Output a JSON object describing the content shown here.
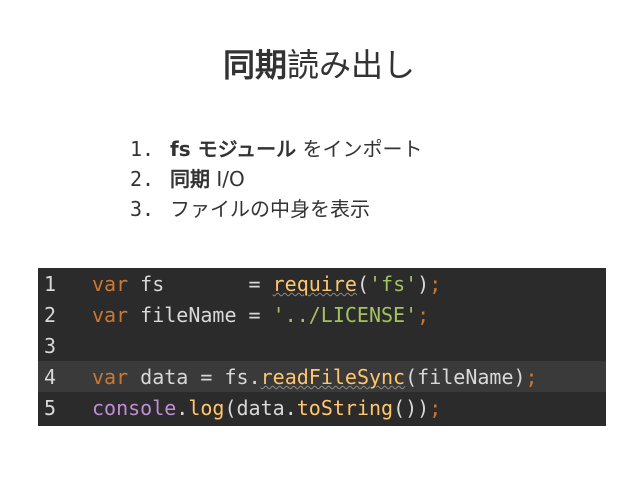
{
  "slide": {
    "title_bold": "同期",
    "title_rest": "読み出し"
  },
  "list": [
    {
      "num": "1.",
      "bold": "fs モジュール",
      "rest": " をインポート"
    },
    {
      "num": "2.",
      "bold": "同期",
      "rest": " I/O"
    },
    {
      "num": "3.",
      "bold": "",
      "rest": "ファイルの中身を表示"
    }
  ],
  "code": {
    "line_numbers": [
      "1",
      "2",
      "3",
      "4",
      "5"
    ],
    "l1": {
      "kw": "var",
      "name": " fs       ",
      "eq": "= ",
      "fn": "require",
      "open": "(",
      "str": "'fs'",
      "close": ")",
      "semi": ";"
    },
    "l2": {
      "kw": "var",
      "name": " fileName ",
      "eq": "= ",
      "str": "'../LICENSE'",
      "semi": ";"
    },
    "l4": {
      "kw": "var",
      "name": " data ",
      "eq": "= ",
      "obj": "fs",
      "dot": ".",
      "fn": "readFileSync",
      "open": "(",
      "arg": "fileName",
      "close": ")",
      "semi": ";"
    },
    "l5": {
      "obj": "console",
      "dot": ".",
      "fn": "log",
      "open": "(",
      "arg": "data",
      "dot2": ".",
      "fn2": "toString",
      "parens": "()",
      "close": ")",
      "semi": ";"
    }
  },
  "colors": {
    "background": "#ffffff",
    "code_bg": "#2b2b2b",
    "keyword": "#cc7832",
    "string": "#a5c261",
    "function": "#ffc66d",
    "object": "#c28bd6"
  }
}
